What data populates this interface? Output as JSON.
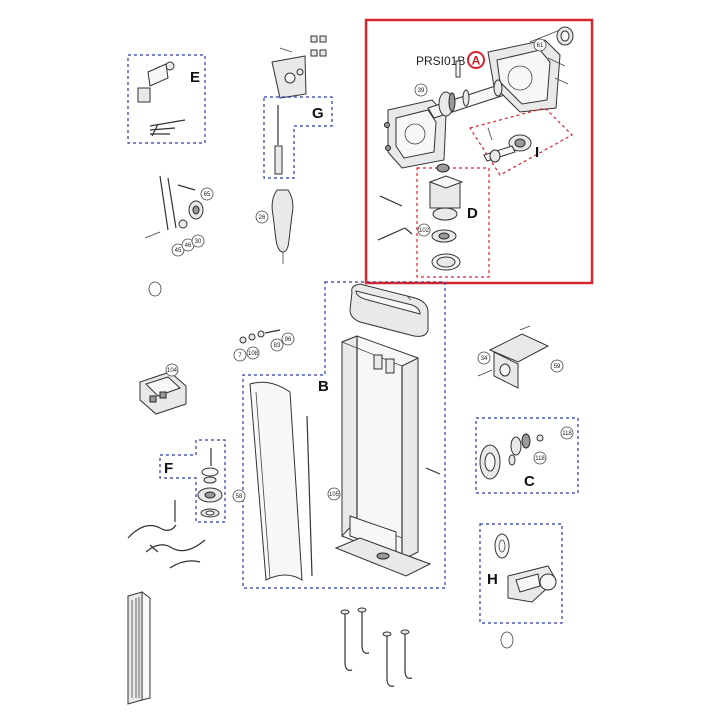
{
  "part_code": "PRSI01B",
  "selected_marker": "A",
  "group_letters": {
    "E": "E",
    "G": "G",
    "B": "B",
    "F": "F",
    "C": "C",
    "H": "H",
    "D": "D",
    "I": "I"
  },
  "callouts": {
    "c61": "61",
    "c39": "39",
    "c102": "102",
    "c65": "65",
    "c45": "45",
    "c46": "46",
    "c30": "30",
    "c26": "26",
    "c96": "96",
    "c83": "83",
    "c7": "7",
    "c108": "108",
    "c104": "104",
    "c58": "58",
    "c105": "105",
    "c34": "34",
    "c59": "59",
    "c118a": "118",
    "c118b": "118"
  },
  "colors": {
    "highlight": "#d7262e",
    "group_box_blue": "#2e3aa8",
    "group_box_red": "#e0212b"
  }
}
